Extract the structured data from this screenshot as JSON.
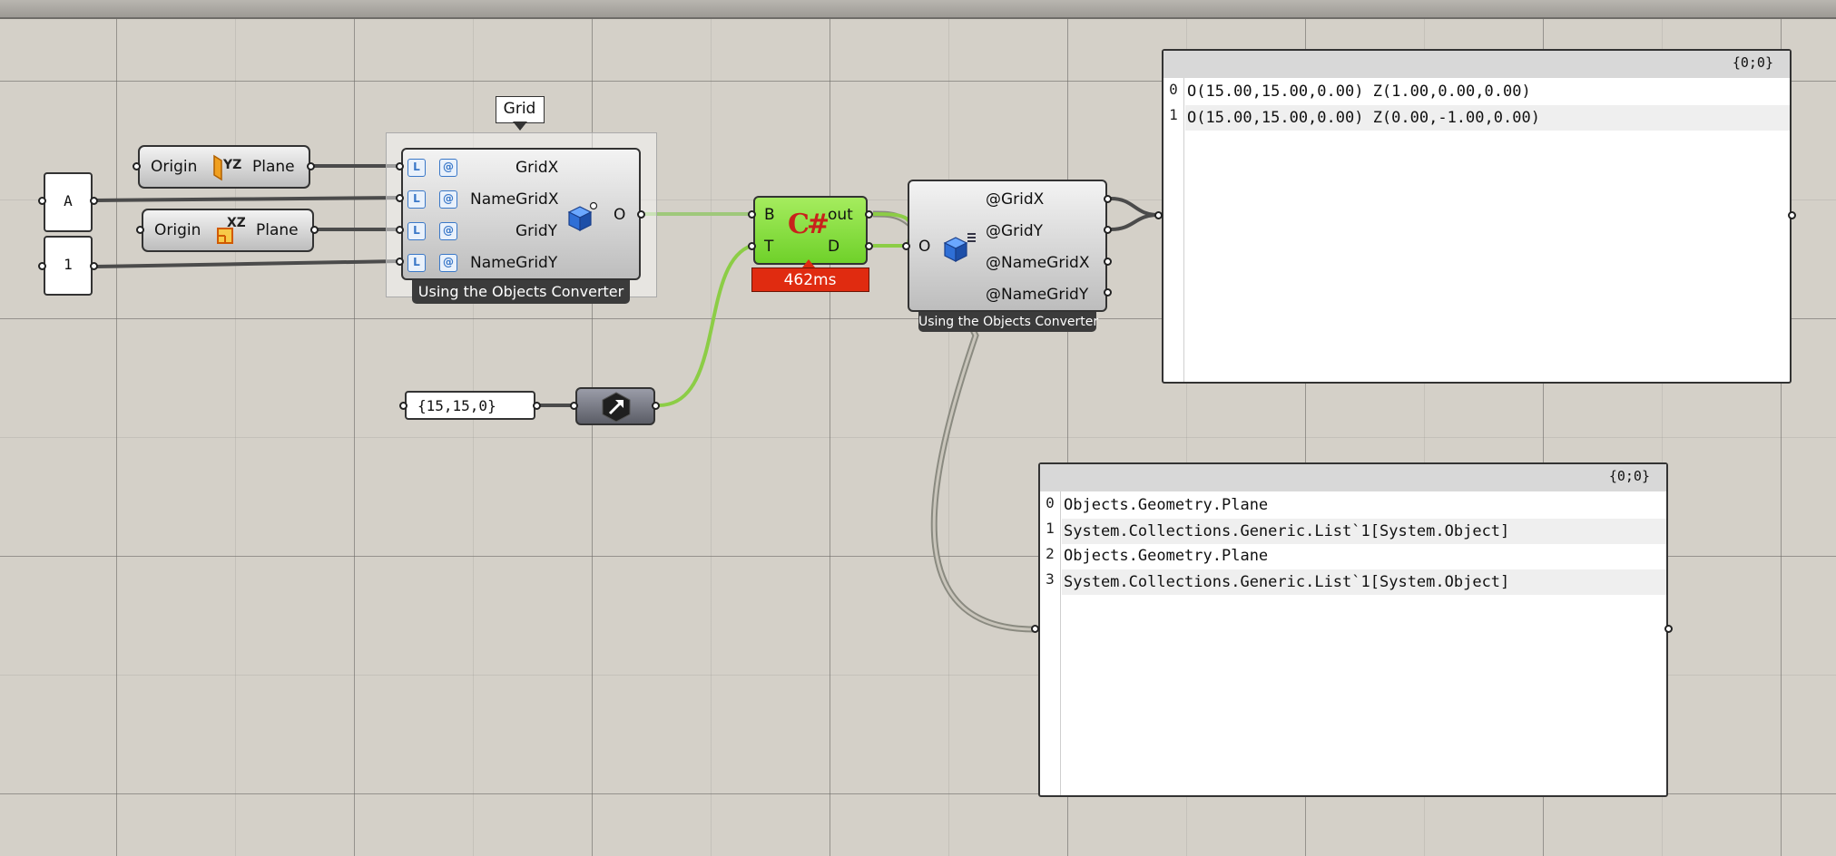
{
  "canvas": {
    "tooltip": "Grid",
    "panels": {
      "a": "A",
      "one": "1",
      "point": "{15,15,0}"
    },
    "yz_plane": {
      "input": "Origin",
      "output": "Plane",
      "icon_label": "YZ"
    },
    "xz_plane": {
      "input": "Origin",
      "output": "Plane",
      "icon_label": "XZ"
    },
    "grid_component": {
      "inputs": [
        "GridX",
        "NameGridX",
        "GridY",
        "NameGridY"
      ],
      "output": "O",
      "label": "Using the Objects Converter"
    },
    "csharp": {
      "inputs": [
        "B",
        "T"
      ],
      "outputs": [
        "out",
        "D"
      ],
      "icon": "C#",
      "timing": "462ms"
    },
    "deconstruct_component": {
      "input": "O",
      "outputs": [
        "@GridX",
        "@GridY",
        "@NameGridX",
        "@NameGridY"
      ],
      "label": "Using the Objects Converter"
    },
    "panel_planes": {
      "path": "{0;0}",
      "rows": [
        {
          "index": "0",
          "value": "O(15.00,15.00,0.00) Z(1.00,0.00,0.00)"
        },
        {
          "index": "1",
          "value": "O(15.00,15.00,0.00) Z(0.00,-1.00,0.00)"
        }
      ]
    },
    "panel_types": {
      "path": "{0;0}",
      "rows": [
        {
          "index": "0",
          "value": "Objects.Geometry.Plane"
        },
        {
          "index": "1",
          "value": "System.Collections.Generic.List`1[System.Object]"
        },
        {
          "index": "2",
          "value": "Objects.Geometry.Plane"
        },
        {
          "index": "3",
          "value": "System.Collections.Generic.List`1[System.Object]"
        }
      ]
    }
  },
  "colors": {
    "canvas": "#d4d0c8",
    "wire": "#4b4b4b",
    "wire_active": "#8ccd46",
    "csharp_body": "#7ed531",
    "timing_bg": "#e02b10"
  },
  "icons": [
    "yz-plane-icon",
    "xz-plane-icon",
    "speckle-cube-icon",
    "csharp-icon",
    "construct-point-icon",
    "list-access-icon",
    "item-access-icon"
  ]
}
